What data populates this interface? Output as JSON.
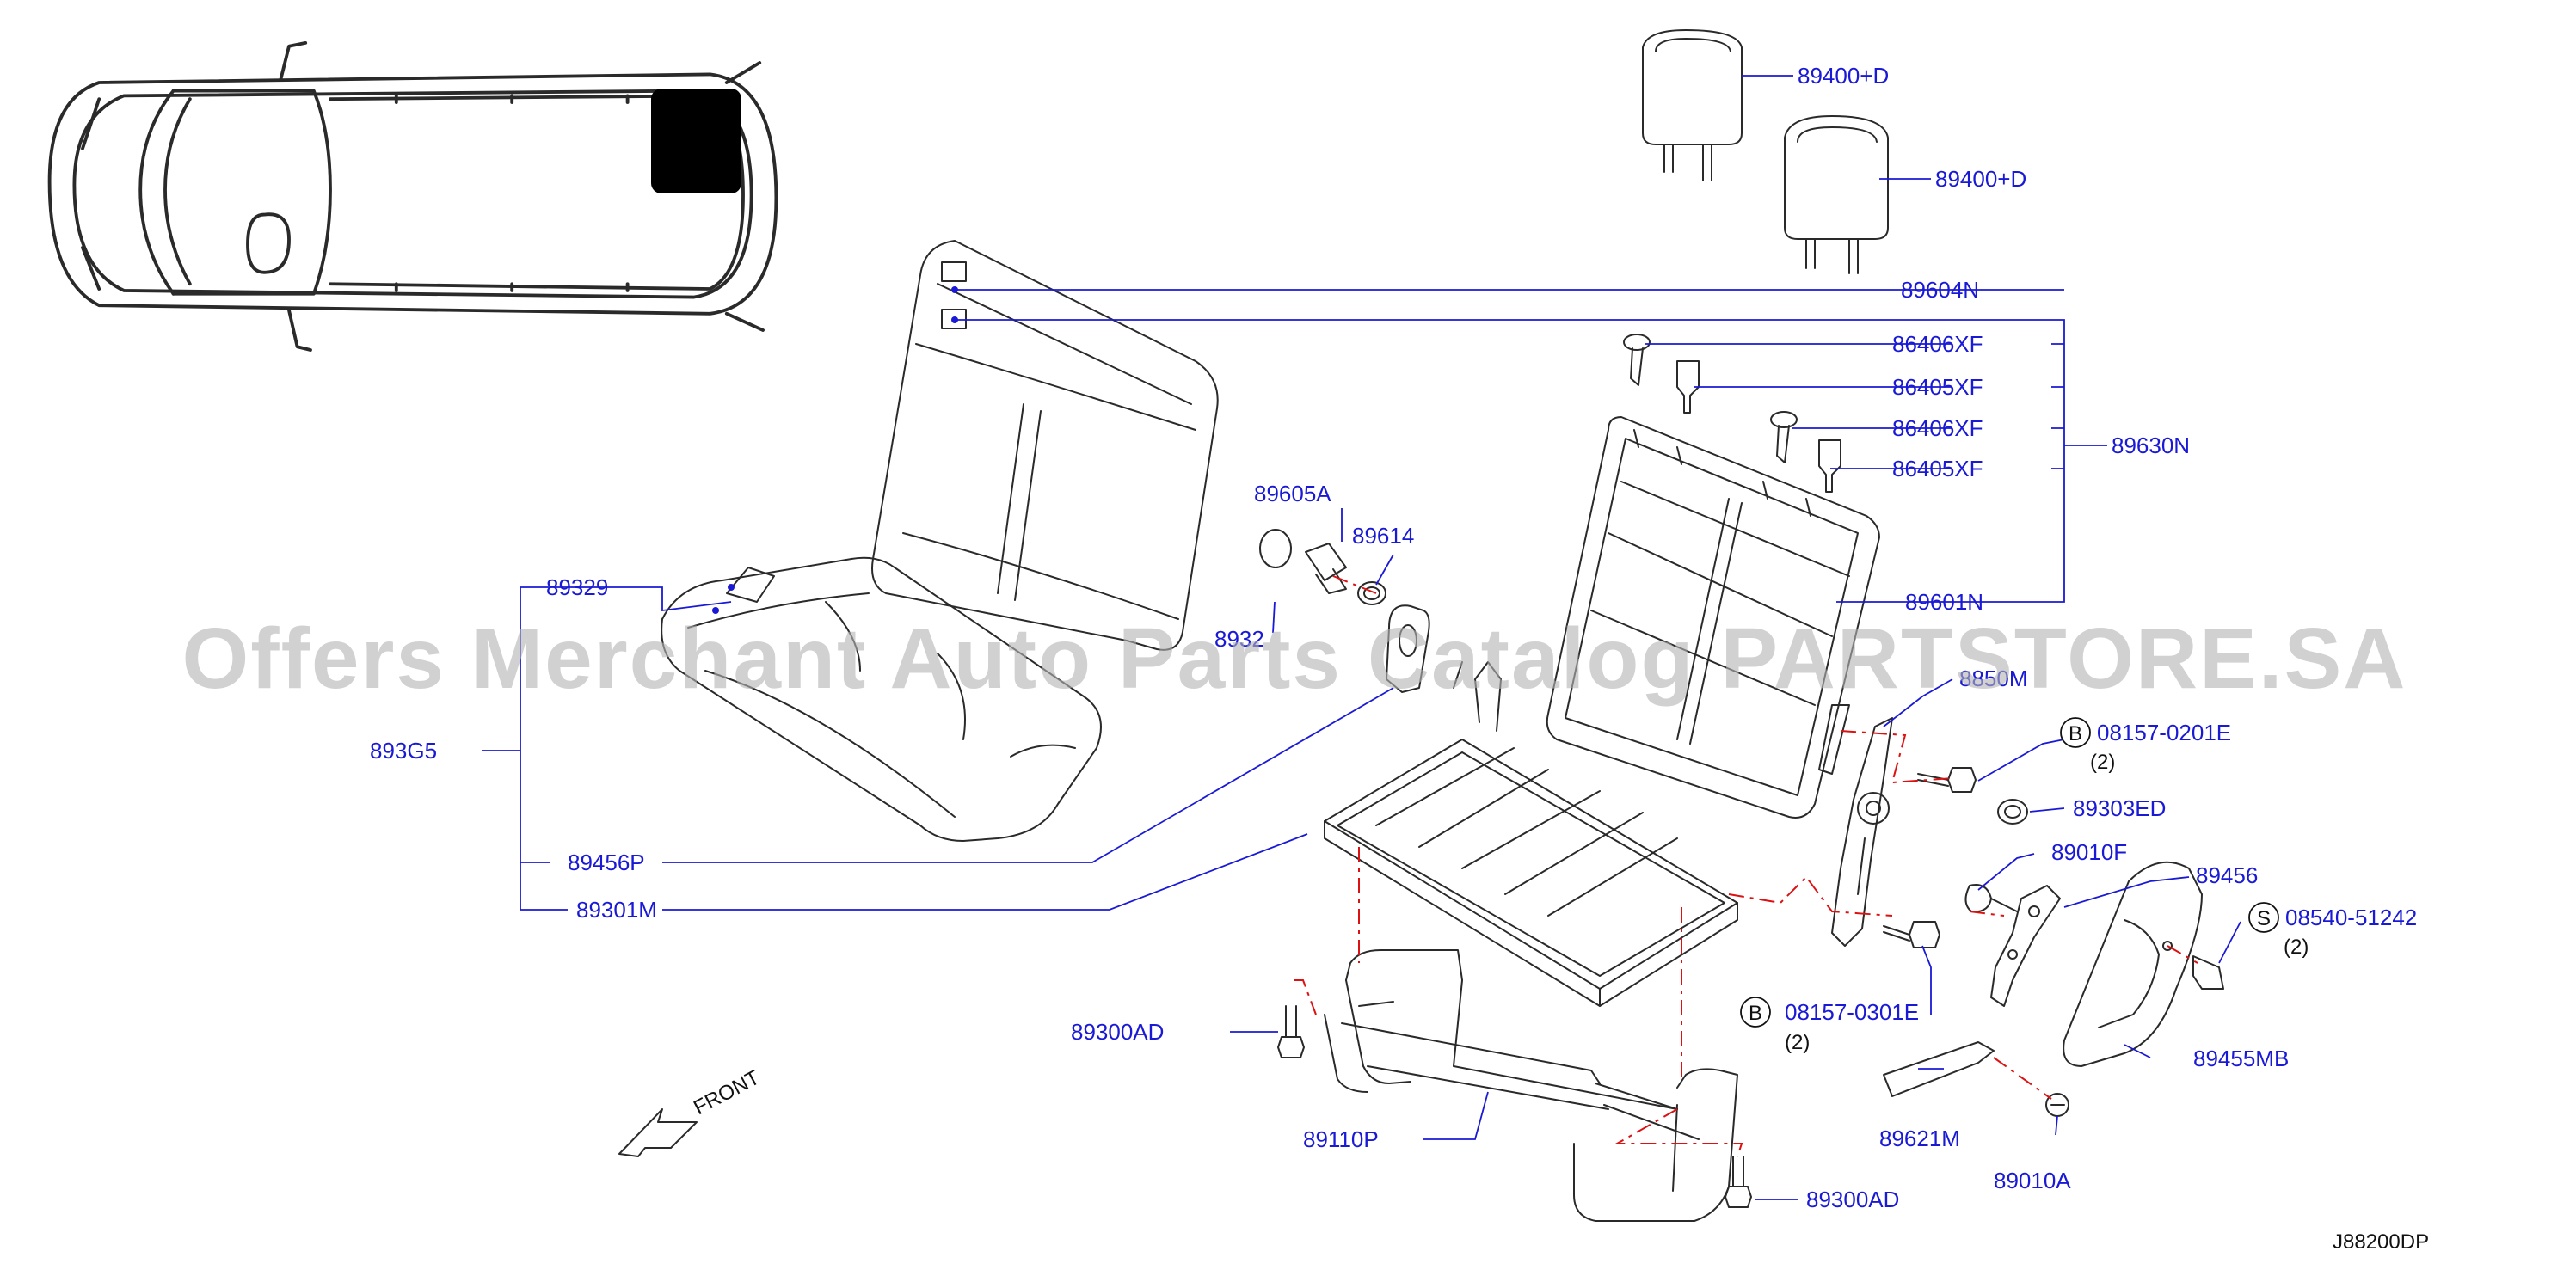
{
  "watermark": "Offers Merchant Auto Parts Catalog PARTSTORE.SA",
  "diagram_code": "J88200DP",
  "front_label": "FRONT",
  "parts": {
    "p89400D_a": "89400+D",
    "p89400D_b": "89400+D",
    "p89604N": "89604N",
    "p86406XF_a": "86406XF",
    "p86405XF_a": "86405XF",
    "p86406XF_b": "86406XF",
    "p86405XF_b": "86405XF",
    "p89630N": "89630N",
    "p89601N": "89601N",
    "p89605A": "89605A",
    "p89614": "89614",
    "p8932x": "8932",
    "p89329": "89329",
    "p893G5": "893G5",
    "p8850xM": "8850M",
    "p08157_0201E": "08157-0201E",
    "p08157_0201E_qty": "(2)",
    "p89303ED": "89303ED",
    "p89010F": "89010F",
    "p89456": "89456",
    "p08540_51242": "08540-51242",
    "p08540_51242_qty": "(2)",
    "p89456P": "89456P",
    "p89301M": "89301M",
    "p08157_0301E": "08157-0301E",
    "p08157_0301E_qty": "(2)",
    "p89455MB": "89455MB",
    "p89300AD_a": "89300AD",
    "p89110P": "89110P",
    "p89621M": "89621M",
    "p89010A": "89010A",
    "p89300AD_b": "89300AD"
  },
  "badges": {
    "b_letter": "B",
    "s_letter": "S"
  },
  "colors": {
    "label": "#1a1ad6",
    "line": "#2a2a2a",
    "dash": "#dd1111",
    "watermark": "#b4b4b4"
  }
}
